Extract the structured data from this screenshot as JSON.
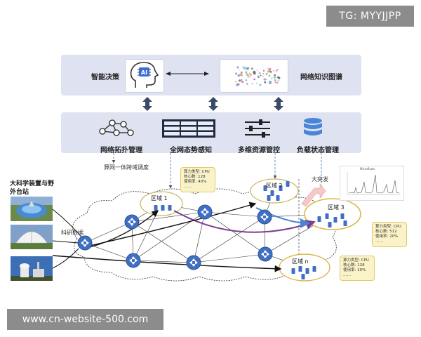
{
  "watermark_top": "TG: MYYJJPP",
  "watermark_bottom": "www.cn-website-500.com",
  "top_layer": {
    "left_label": "智能决策",
    "left_chip": "AI",
    "right_label": "网络知识图谱"
  },
  "mid_layer": {
    "items": [
      {
        "label": "网络拓扑管理",
        "icon": "topology-icon"
      },
      {
        "label": "全网态势感知",
        "icon": "grid-table-icon"
      },
      {
        "label": "多维资源管控",
        "icon": "sliders-icon"
      },
      {
        "label": "负载状态管理",
        "icon": "database-icon"
      }
    ]
  },
  "labels": {
    "schedule": "算网一体跨域调度",
    "burst": "大突发",
    "research_data": "科研数据",
    "stations": "大科学装置与野外台站",
    "zone1": "区域 1",
    "zone2": "区域 2",
    "zone3": "区域 3",
    "zonen": "区域 n",
    "mini_chart_title": "Microflows"
  },
  "callouts": {
    "c1": [
      "算力类型: CPU",
      "核心数: 128",
      "使用率: 40%",
      "……"
    ],
    "c3": [
      "算力类型: CPU",
      "核心数: 512",
      "使用率: 20%",
      "……"
    ],
    "cn": [
      "算力类型: CPU",
      "核心数: 128",
      "使用率: 10%",
      "……"
    ]
  },
  "colors": {
    "panel": "#dfe3f1",
    "arrow": "#3a4a6b",
    "router": "#3f6fc4",
    "zone_border": "#c9b45a",
    "zone3_border": "#d9b84a",
    "burst_arrow": "#f0b0b0",
    "path_purple": "#7a3f8f",
    "path_blue": "#4b82d6",
    "callout_bg": "#fbf3c8"
  }
}
